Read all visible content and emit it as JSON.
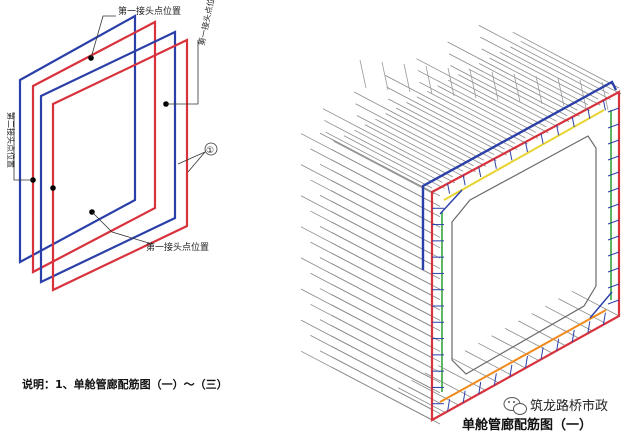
{
  "left_diagram": {
    "label_top": "第一接头点位置",
    "label_right": "第一接头点位置",
    "label_left": "第二接头点位置",
    "label_bottom": "第一接头点位置",
    "circle_marker": "①"
  },
  "note": "说明：1、单舱管廊配筋图（一）～（三）",
  "right_title": "单舱管廊配筋图（一）",
  "watermark": {
    "text": "筑龙路桥市政",
    "icon": "wechat-icon"
  },
  "colors": {
    "blue": "#2b3fa8",
    "red": "#d8323c",
    "green": "#4caf50",
    "orange": "#f08a1c",
    "yellow": "#e7d431",
    "gray": "#7b7b7b"
  }
}
